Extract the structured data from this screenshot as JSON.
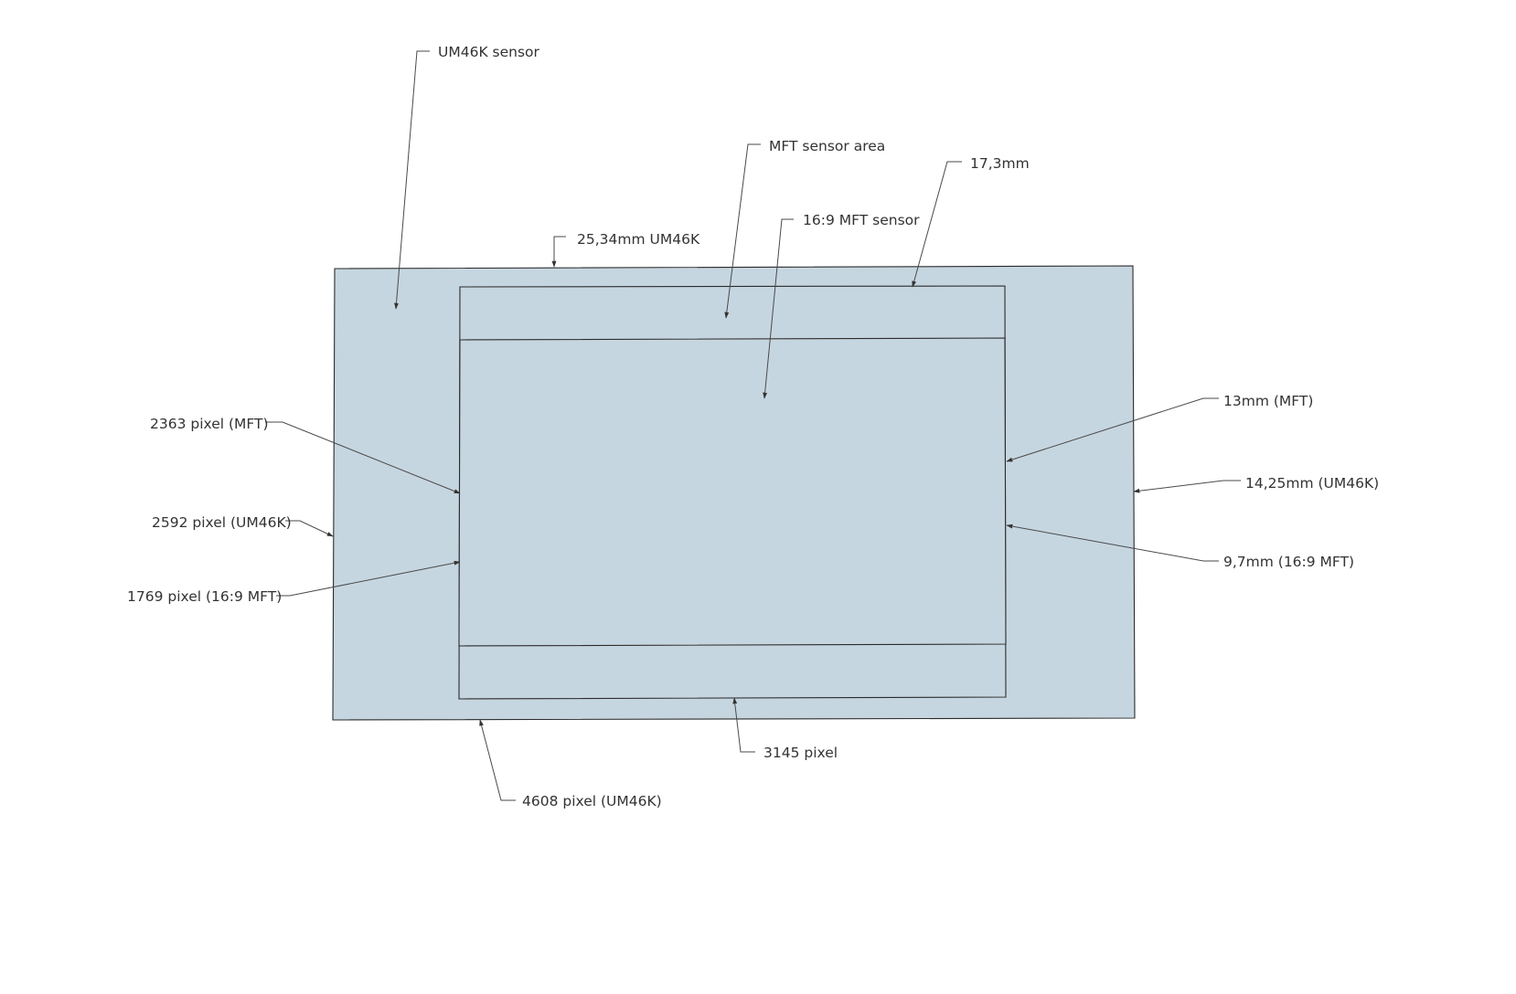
{
  "diagram": {
    "fill_color": "#c6d6e0",
    "stroke_color": "#2b2b2b",
    "text_color": "#333333",
    "regions": {
      "um46k_sensor": "UM46K sensor",
      "mft_sensor_area": "MFT sensor area",
      "mft_16_9_sensor": "16:9 MFT sensor"
    },
    "labels": {
      "um46k_sensor": "UM46K sensor",
      "mft_sensor_area": "MFT sensor area",
      "width_mft_mm": "17,3mm",
      "mft_16_9_sensor": "16:9 MFT sensor",
      "width_um46k_mm": "25,34mm UM46K",
      "height_mft_px": "2363 pixel (MFT)",
      "height_um46k_px": "2592 pixel (UM46K)",
      "height_16_9_px": "1769 pixel (16:9 MFT)",
      "height_mft_mm": "13mm (MFT)",
      "height_um46k_mm": "14,25mm (UM46K)",
      "height_16_9_mm": "9,7mm (16:9 MFT)",
      "width_mft_px": "3145 pixel",
      "width_um46k_px": "4608 pixel (UM46K)"
    }
  }
}
